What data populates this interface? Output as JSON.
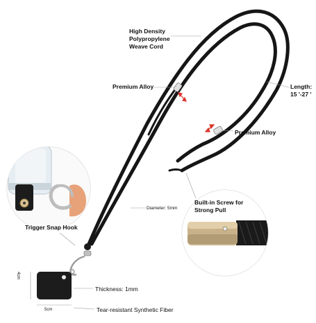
{
  "labels": {
    "cord_line1": "High Density",
    "cord_line2": "Polypropylene",
    "cord_line3": "Weave Cord",
    "alloy_upper": "Premium Alloy",
    "length_line1": "Length:",
    "length_line2": "15 '-27 '",
    "alloy_lower": "Premium Alloy",
    "screw_line1": "Built-in Screw for",
    "screw_line2": "Strong Pull",
    "diameter": "Diameter: 5mm",
    "snap_hook": "Trigger Snap Hook",
    "thickness": "Thickness: 1mm",
    "fiber": "Tear-resistant Synthetic Fiber",
    "dim_height": "4cm",
    "dim_width": "5cm"
  },
  "colors": {
    "cord": "#161616",
    "arrow": "#d9342b",
    "metal": "#c9b28a",
    "leader": "#9a9a9a",
    "phone_glass": "#e6eef3",
    "skin": "#e8a27a"
  },
  "icons": {
    "arrow": "double-headed-red-arrow",
    "hook": "snap-hook-icon"
  }
}
